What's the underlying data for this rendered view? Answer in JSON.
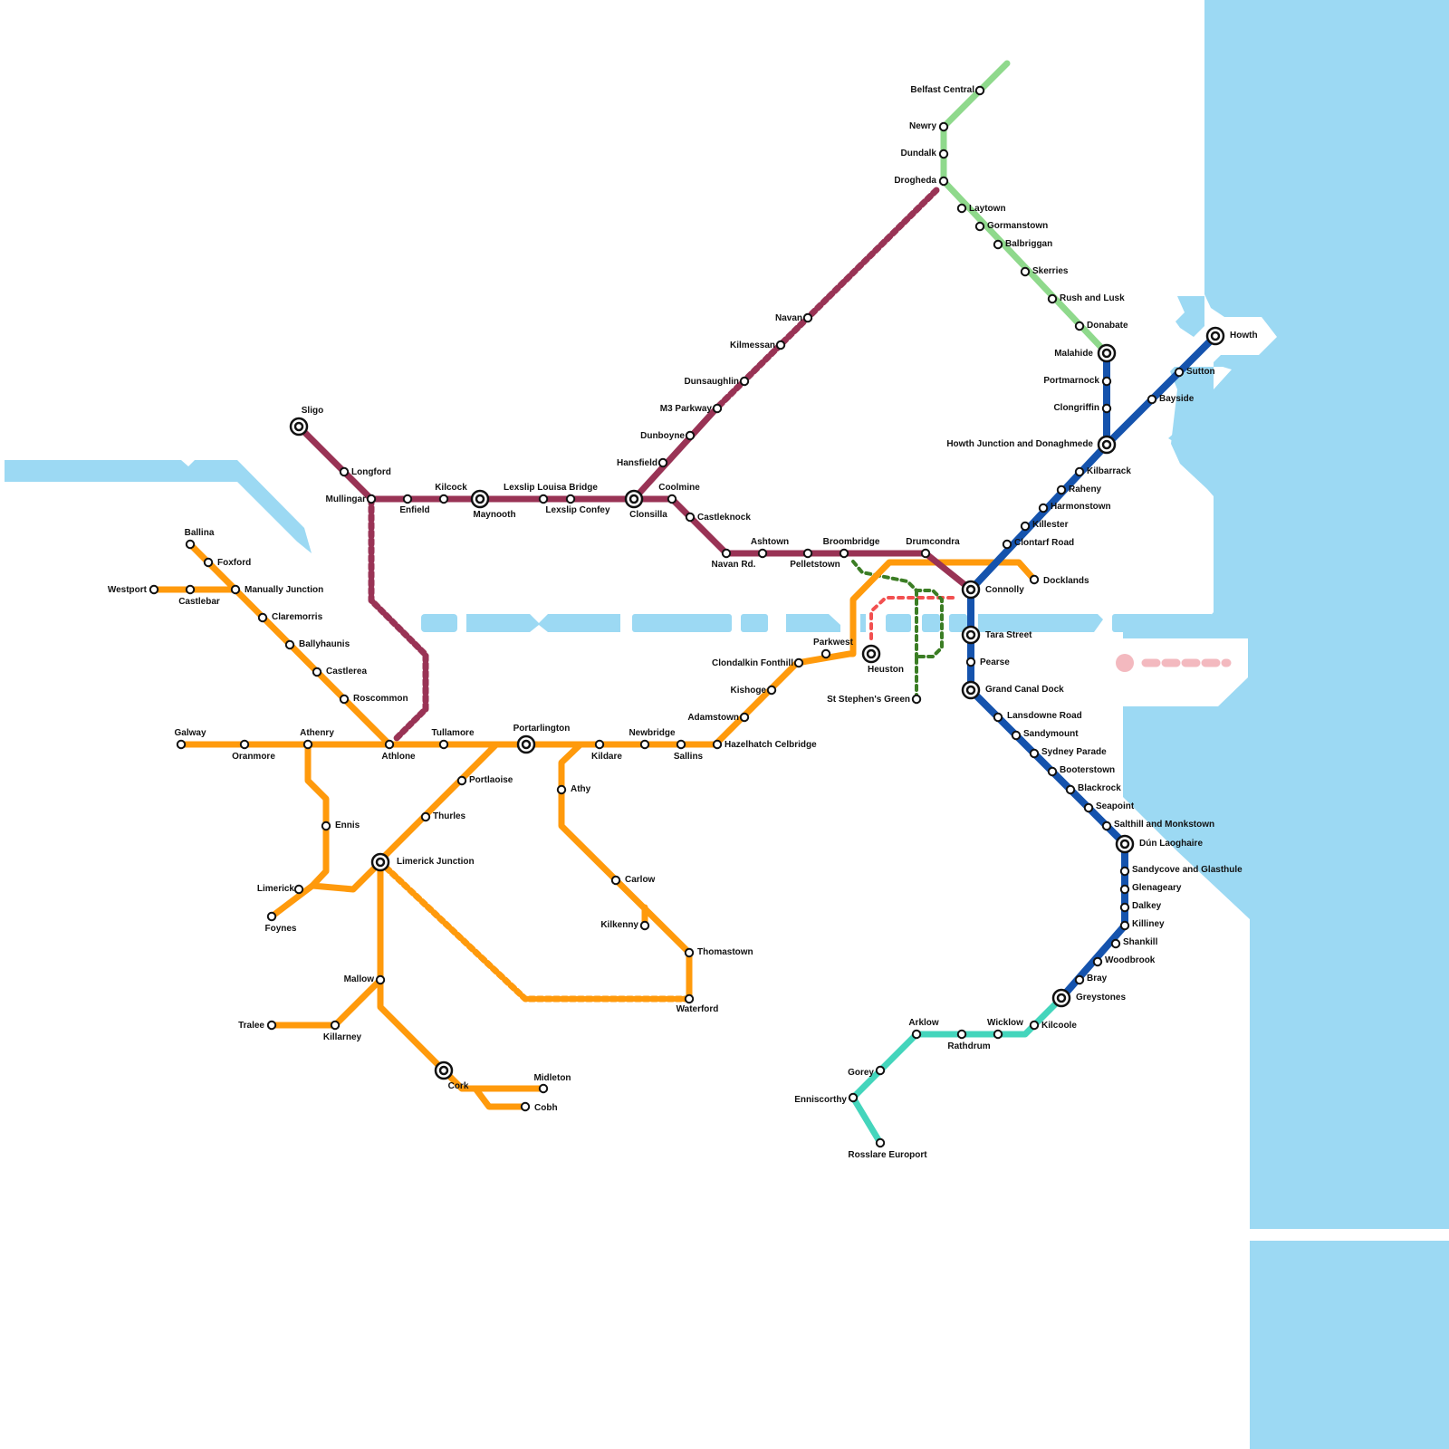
{
  "colors": {
    "water": "#9cd9f3",
    "orange": "#ff9a0c",
    "maroon": "#993355",
    "green": "#8fd98c",
    "blue": "#1553ad",
    "teal": "#44d5bc",
    "dark_green": "#3b7d24",
    "red": "#f25050",
    "pink": "#f3b9bf"
  },
  "stations": {
    "belfast_central": "Belfast Central",
    "newry": "Newry",
    "dundalk": "Dundalk",
    "drogheda": "Drogheda",
    "laytown": "Laytown",
    "gormanstown": "Gormanstown",
    "balbriggan": "Balbriggan",
    "skerries": "Skerries",
    "rush_and_lusk": "Rush and Lusk",
    "donabate": "Donabate",
    "malahide": "Malahide",
    "portmarnock": "Portmarnock",
    "clongriffin": "Clongriffin",
    "howth_junction": "Howth Junction and Donaghmede",
    "howth": "Howth",
    "sutton": "Sutton",
    "bayside": "Bayside",
    "kilbarrack": "Kilbarrack",
    "raheny": "Raheny",
    "harmonstown": "Harmonstown",
    "killester": "Killester",
    "clontarf_road": "Clontarf Road",
    "connolly": "Connolly",
    "docklands": "Docklands",
    "tara_street": "Tara Street",
    "pearse": "Pearse",
    "grand_canal_dock": "Grand Canal Dock",
    "lansdowne_road": "Lansdowne Road",
    "sandymount": "Sandymount",
    "sydney_parade": "Sydney Parade",
    "booterstown": "Booterstown",
    "blackrock": "Blackrock",
    "seapoint": "Seapoint",
    "salthill": "Salthill and Monkstown",
    "dun_laoghaire": "Dún Laoghaire",
    "sandycove": "Sandycove and Glasthule",
    "glenageary": "Glenageary",
    "dalkey": "Dalkey",
    "killiney": "Killiney",
    "shankill": "Shankill",
    "woodbrook": "Woodbrook",
    "bray": "Bray",
    "greystones": "Greystones",
    "kilcoole": "Kilcoole",
    "wicklow": "Wicklow",
    "rathdrum": "Rathdrum",
    "arklow": "Arklow",
    "gorey": "Gorey",
    "enniscorthy": "Enniscorthy",
    "rosslare": "Rosslare Europort",
    "sligo": "Sligo",
    "longford": "Longford",
    "mullingar": "Mullingar",
    "enfield": "Enfield",
    "kilcock": "Kilcock",
    "maynooth": "Maynooth",
    "louisa_bridge": "Lexslip Louisa Bridge",
    "confey": "Lexslip Confey",
    "clonsilla": "Clonsilla",
    "coolmine": "Coolmine",
    "castleknock": "Castleknock",
    "navan_rd": "Navan Rd.",
    "ashtown": "Ashtown",
    "pelletstown": "Pelletstown",
    "broombridge": "Broombridge",
    "drumcondra": "Drumcondra",
    "hansfield": "Hansfield",
    "dunboyne": "Dunboyne",
    "m3_parkway": "M3 Parkway",
    "dunsaughlin": "Dunsaughlin",
    "kilmessan": "Kilmessan",
    "navan": "Navan",
    "heuston": "Heuston",
    "parkwest": "Parkwest",
    "clondalkin": "Clondalkin Fonthill",
    "kishoge": "Kishoge",
    "adamstown": "Adamstown",
    "hazelhatch": "Hazelhatch Celbridge",
    "sallins": "Sallins",
    "newbridge": "Newbridge",
    "kildare": "Kildare",
    "portarlington": "Portarlington",
    "tullamore": "Tullamore",
    "athlone": "Athlone",
    "athenry": "Athenry",
    "oranmore": "Oranmore",
    "galway": "Galway",
    "roscommon": "Roscommon",
    "castlerea": "Castlerea",
    "ballyhaunis": "Ballyhaunis",
    "claremorris": "Claremorris",
    "manually_junction": "Manually Junction",
    "castlebar": "Castlebar",
    "westport": "Westport",
    "foxford": "Foxford",
    "ballina": "Ballina",
    "ennis": "Ennis",
    "limerick": "Limerick",
    "foynes": "Foynes",
    "limerick_junction": "Limerick Junction",
    "thurles": "Thurles",
    "portlaoise": "Portlaoise",
    "athy": "Athy",
    "carlow": "Carlow",
    "kilkenny": "Kilkenny",
    "thomastown": "Thomastown",
    "waterford": "Waterford",
    "mallow": "Mallow",
    "killarney": "Killarney",
    "tralee": "Tralee",
    "cork": "Cork",
    "midleton": "Midleton",
    "cobh": "Cobh",
    "st_stephens_green": "St Stephen's Green"
  }
}
